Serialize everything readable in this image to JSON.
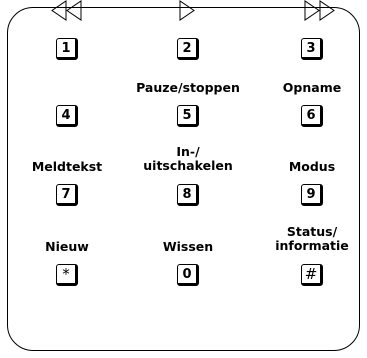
{
  "playback_icons": [
    "rewind-icon",
    "play-icon",
    "fast-forward-icon"
  ],
  "keys": [
    {
      "char": "1",
      "label": ""
    },
    {
      "char": "2",
      "label": ""
    },
    {
      "char": "3",
      "label": ""
    },
    {
      "char": "4",
      "label": ""
    },
    {
      "char": "5",
      "label": "Pauze/stoppen"
    },
    {
      "char": "6",
      "label": "Opname"
    },
    {
      "char": "7",
      "label": "Meldtekst"
    },
    {
      "char": "8",
      "label": "In-/\nuitschakelen"
    },
    {
      "char": "9",
      "label": "Modus"
    },
    {
      "char": "*",
      "label": "Nieuw"
    },
    {
      "char": "0",
      "label": "Wissen"
    },
    {
      "char": "#",
      "label": "Status/\ninformatie"
    }
  ]
}
